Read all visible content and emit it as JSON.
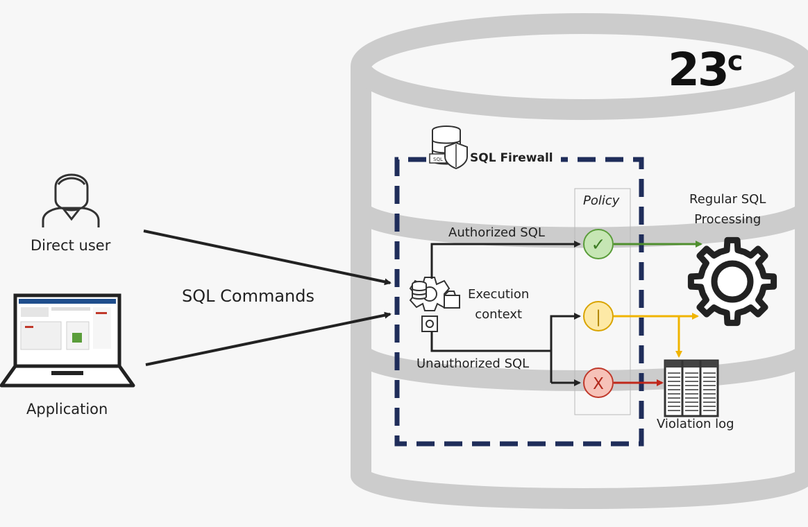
{
  "version": {
    "number": "23",
    "suffix": "c"
  },
  "firewall": {
    "title": "SQL Firewall",
    "icon_text": "SQL"
  },
  "policy": {
    "label": "Policy"
  },
  "actors": {
    "direct_user": "Direct user",
    "application": "Application"
  },
  "commands_label": "SQL Commands",
  "execution": {
    "line1": "Execution",
    "line2": "context"
  },
  "paths": {
    "authorized": "Authorized SQL",
    "unauthorized": "Unauthorized SQL"
  },
  "outputs": {
    "regular_line1": "Regular SQL",
    "regular_line2": "Processing",
    "violation": "Violation log"
  },
  "decisions": [
    {
      "name": "allow",
      "glyph": "✓",
      "fill": "#c6e6b4",
      "stroke": "#5a9d3a",
      "text_color": "#3d7d24"
    },
    {
      "name": "warn",
      "glyph": "|",
      "fill": "#fde9a6",
      "stroke": "#d9a400",
      "text_color": "#b38700"
    },
    {
      "name": "block",
      "glyph": "X",
      "fill": "#f6c2b8",
      "stroke": "#c0392b",
      "text_color": "#b0281b"
    }
  ],
  "colors": {
    "cylinder": "#cccccc",
    "firewall_border": "#1f2d5a",
    "allow_arrow": "#4f8f2e",
    "warn_arrow": "#f0b400",
    "block_arrow": "#c0281b"
  }
}
